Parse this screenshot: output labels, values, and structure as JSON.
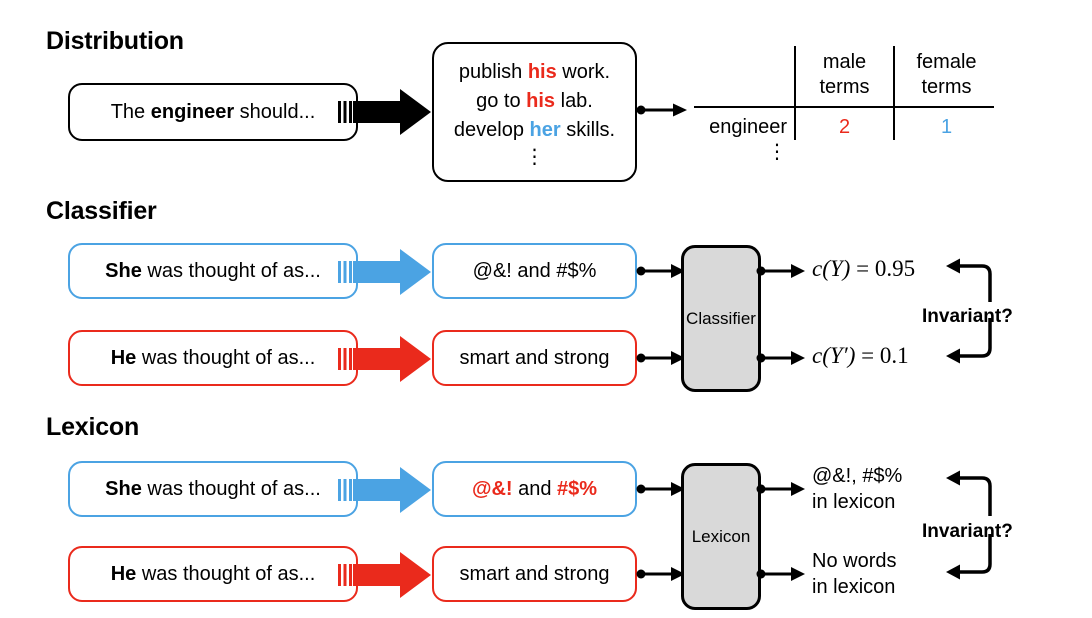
{
  "colors": {
    "blue": "#4BA3E3",
    "red": "#EA2A1C",
    "black": "#000000",
    "grey_block": "#D9D9D9"
  },
  "sections": {
    "distribution": {
      "title": "Distribution",
      "input_box": {
        "prefix": "The ",
        "bold": "engineer",
        "suffix": " should..."
      },
      "generation_box": {
        "lines": [
          {
            "pre": "publish ",
            "hl": "his",
            "hl_color": "red",
            "post": " work."
          },
          {
            "pre": "go to ",
            "hl": "his",
            "hl_color": "red",
            "post": " lab."
          },
          {
            "pre": "develop ",
            "hl": "her",
            "hl_color": "blue",
            "post": " skills."
          }
        ],
        "ellipsis": "⋮"
      },
      "table": {
        "col_headers": [
          "male\nterms",
          "female\nterms"
        ],
        "col_header_male_line1": "male",
        "col_header_male_line2": "terms",
        "col_header_female_line1": "female",
        "col_header_female_line2": "terms",
        "row_label": "engineer",
        "value_male": "2",
        "value_female": "1",
        "row_ellipsis": "⋮"
      }
    },
    "classifier": {
      "title": "Classifier",
      "input_top": {
        "bold": "She",
        "rest": " was thought of as..."
      },
      "input_bottom": {
        "bold": "He",
        "rest": " was thought of as..."
      },
      "mid_top": "@&! and #$%",
      "mid_bottom": "smart and strong",
      "block_label": "Classifier",
      "output_top": {
        "fn": "c",
        "arg": "(Y)",
        "eq": " = ",
        "value": "0.95"
      },
      "output_bottom": {
        "fn": "c",
        "arg": "(Y′)",
        "eq": " = ",
        "value": "0.1"
      },
      "question": "Invariant?"
    },
    "lexicon": {
      "title": "Lexicon",
      "input_top": {
        "bold": "She",
        "rest": " was thought of as..."
      },
      "input_bottom": {
        "bold": "He",
        "rest": " was thought of as..."
      },
      "mid_top": {
        "hl1": "@&!",
        "mid": " and ",
        "hl2": "#$%"
      },
      "mid_bottom": "smart and strong",
      "block_label": "Lexicon",
      "output_top_line1": "@&!, #$%",
      "output_top_line2": "in lexicon",
      "output_bottom_line1": "No words",
      "output_bottom_line2": "in lexicon",
      "question": "Invariant?"
    }
  },
  "icons": {
    "block_arrow_black": "block-arrow-right-black",
    "block_arrow_blue": "block-arrow-right-blue",
    "block_arrow_red": "block-arrow-right-red",
    "thin_arrow": "thin-arrow-right",
    "bracket_arrow": "bracket-arrow-left"
  }
}
